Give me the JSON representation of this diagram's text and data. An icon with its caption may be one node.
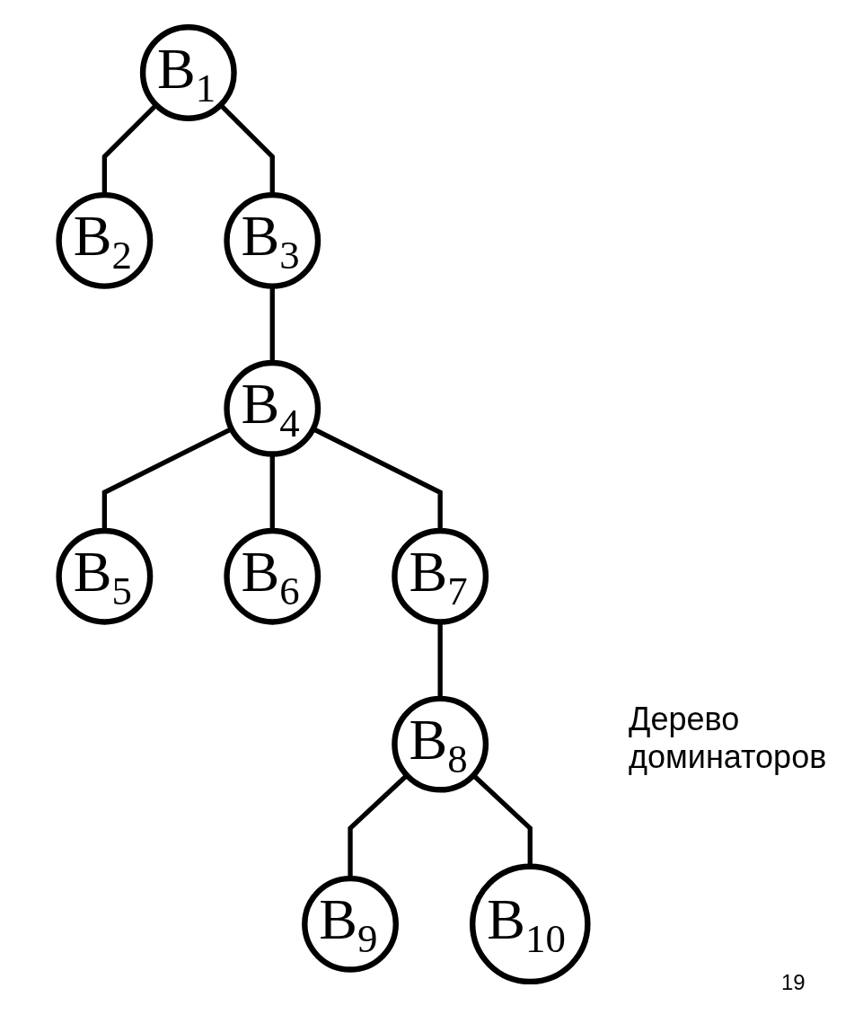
{
  "diagram": {
    "nodes": [
      {
        "text": [
          "B$_{1}$"
        ]
      },
      {
        "text": [
          "B$_{2}$"
        ]
      },
      {
        "text": [
          "B$_{3}$"
        ]
      },
      {
        "text": [
          "B$_{4}$"
        ]
      },
      {
        "text": [
          "B$_{5}$"
        ]
      },
      {
        "text": [
          "B$_{6}$"
        ]
      },
      {
        "text": [
          "B$_{7}$"
        ]
      },
      {
        "text": [
          "B$_{8}$"
        ]
      },
      {
        "text": [
          "B$_{9}$"
        ]
      },
      {
        "text": [
          "B$_{10}$"
        ]
      }
    ],
    "edges": [
      {
        "from": 0,
        "to": 1,
        "arrow": "none"
      },
      {
        "from": 0,
        "to": 2,
        "arrow": "none"
      },
      {
        "from": 2,
        "to": 3,
        "arrow": "none"
      },
      {
        "from": 3,
        "to": 4,
        "arrow": "none"
      },
      {
        "from": 3,
        "to": 5,
        "arrow": "none"
      },
      {
        "from": 3,
        "to": 6,
        "arrow": "none"
      },
      {
        "from": 6,
        "to": 7,
        "arrow": "none"
      },
      {
        "from": 7,
        "to": 8,
        "arrow": "none"
      },
      {
        "from": 7,
        "to": 9,
        "arrow": "none"
      }
    ],
    "labels": [
      "Дерево доминаторов",
      "19"
    ]
  }
}
